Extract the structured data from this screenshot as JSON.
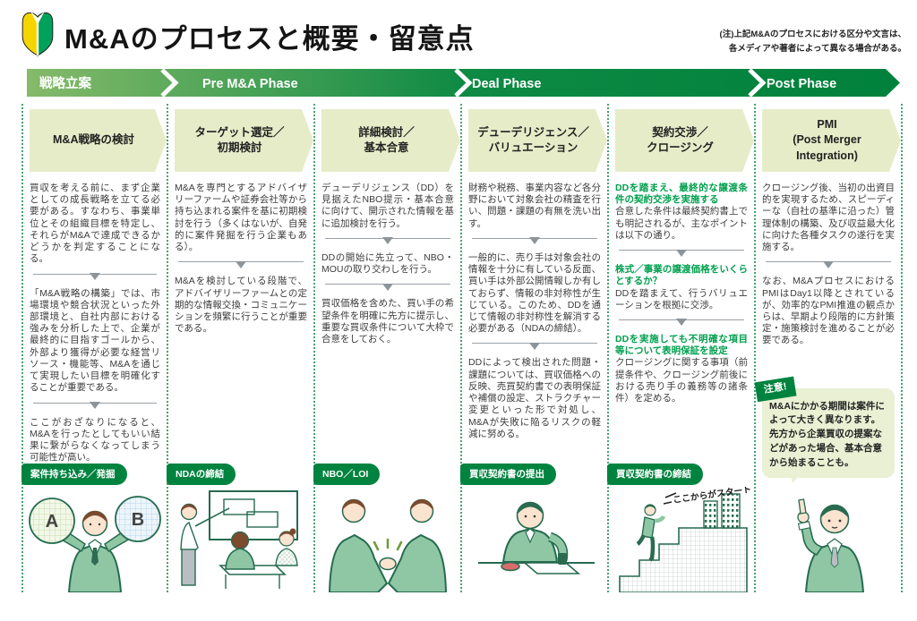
{
  "header": {
    "title": "M&Aのプロセスと概要・留意点",
    "note_line1": "(注)上記M&Aのプロセスにおける区分や文言は、",
    "note_line2": "各メディアや著者によって異なる場合がある。"
  },
  "colors": {
    "phase_green_dark": "#00833F",
    "phase_green_light": "#85BA69",
    "step_header_fill": "#E6ECC8",
    "green_text": "#00A04E",
    "bubble_fill": "#E9F0D3",
    "dotted_line": "#47A26F"
  },
  "phase_bar": [
    {
      "label": "戦略立案"
    },
    {
      "label": "Pre M&A Phase"
    },
    {
      "label": "Deal Phase"
    },
    {
      "label": "Post Phase"
    }
  ],
  "columns": [
    {
      "title_lines": [
        "M&A戦略の検討"
      ],
      "paragraphs": [
        "買収を考える前に、まず企業としての成長戦略を立てる必要がある。すなわち、事業単位とその組織目標を特定し、それらがM&Aで達成できるかどうかを判定することになる。",
        "「M&A戦略の構築」では、市場環境や競合状況といった外部環境と、自社内部における強みを分析した上で、企業が最終的に目指すゴールから、外部より獲得が必要な経営リソース・機能等、M&Aを通じて実現したい目標を明確化することが重要である。",
        "ここがおざなりになると、M&Aを行ったとしてもいい結果に繋がらなくなってしまう可能性が高い。"
      ],
      "milestone": "案件持ち込み／発掘",
      "illustration_name": "man-comparing-company-a-and-b",
      "illustration": {
        "left_circle": "A",
        "right_circle": "B"
      }
    },
    {
      "title_lines": [
        "ターゲット選定／",
        "初期検討"
      ],
      "paragraphs": [
        "M&Aを専門とするアドバイザリーファームや証券会社等から持ち込まれる案件を基に初期検討を行う（多くはないが、自発的に案件発掘を行う企業もある）。",
        "M&Aを検討している段階で、アドバイザリーファームとの定期的な情報交換・コミュニケーションを頻繁に行うことが重要である。"
      ],
      "milestone": "NDAの締結",
      "illustration_name": "whiteboard-presentation-meeting"
    },
    {
      "title_lines": [
        "詳細検討／",
        "基本合意"
      ],
      "paragraphs": [
        "デューデリジェンス（DD）を見据えたNBO提示・基本合意に向けて、開示された情報を基に追加検討を行う。",
        "DDの開始に先立って、NBO・MOUの取り交わしを行う。",
        "買収価格を含めた、買い手の希望条件を明確に先方に提示し、重要な買収条件について大枠で合意をしておく。"
      ],
      "milestone": "NBO／LOI",
      "illustration_name": "two-businessmen-handshake"
    },
    {
      "title_lines": [
        "デューデリジェンス／",
        "バリュエーション"
      ],
      "paragraphs": [
        "財務や税務、事業内容など各分野において対象会社の精査を行い、問題・課題の有無を洗い出す。",
        "一般的に、売り手は対象会社の情報を十分に有している反面、買い手は外部公開情報しか有しておらず、情報の非対称性が生じている。このため、DDを通じて情報の非対称性を解消する必要がある（NDAの締結）。",
        "DDによって検出された問題・課題については、買収価格への反映、売買契約書での表明保証や補償の設定、ストラクチャー変更といった形で対処し、M&Aが失敗に陥るリスクの軽減に努める。"
      ],
      "milestone": "買収契約書の提出",
      "illustration_name": "man-stamping-contract"
    },
    {
      "title_lines": [
        "契約交渉／",
        "クロージング"
      ],
      "paragraphs": [
        {
          "heading": "DDを踏まえ、最終的な譲渡条件の契約交渉を実施する",
          "text": "合意した条件は最終契約書上でも明記されるが、主なポイントは以下の通り。"
        },
        {
          "heading": "株式／事業の譲渡価格をいくらとするか？",
          "text": "DDを踏まえて、行うバリュエーションを根拠に交渉。"
        },
        {
          "heading": "DDを実施しても不明確な項目等について表明保証を設定",
          "text": "クロージングに関する事項（前提条件や、クロージング前後における売り手の義務等の諸条件）を定める。"
        }
      ],
      "milestone": "買収契約書の締結",
      "illustration_name": "man-climbing-stairs-to-buildings",
      "illustration": {
        "note": "ここからがスタート"
      }
    },
    {
      "title_lines": [
        "PMI",
        "(Post Merger",
        "Integration)"
      ],
      "paragraphs": [
        "クロージング後、当初の出資目的を実現するため、スピーディーな（自社の基準に沿った）管理体制の構築、及び収益最大化に向けた各種タスクの遂行を実施する。",
        "なお、M&AプロセスにおけるPMIはDay1以降とされているが、効率的なPMI推進の観点からは、早期より段階的に方針策定・施策検討を進めることが必要である。"
      ],
      "caution": {
        "badge": "注意!",
        "text": "M&Aにかかる期間は案件によって大きく異なります。先方から企業買収の提案などがあった場合、基本合意から始まることも。"
      },
      "illustration_name": "man-pointing-up"
    }
  ]
}
